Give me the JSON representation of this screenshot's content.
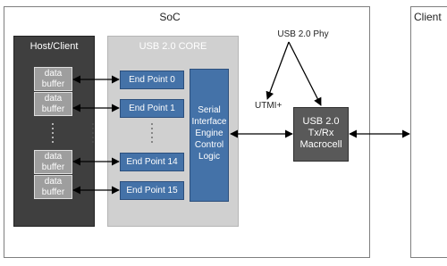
{
  "soc": {
    "title": "SoC"
  },
  "client": {
    "title": "Client"
  },
  "host": {
    "title": "Host/Client",
    "buffers": [
      {
        "line1": "data",
        "line2": "buffer"
      },
      {
        "line1": "data",
        "line2": "buffer"
      },
      {
        "line1": "data",
        "line2": "buffer"
      },
      {
        "line1": "data",
        "line2": "buffer"
      }
    ]
  },
  "core": {
    "title": "USB 2.0 CORE",
    "endpoints": [
      "End Point 0",
      "End Point 1",
      "End Point 14",
      "End Point 15"
    ],
    "sie": {
      "line1": "Serial",
      "line2": "Interface",
      "line3": "Engine",
      "line4": "Control",
      "line5": "Logic"
    }
  },
  "macrocell": {
    "line1": "USB 2.0",
    "line2": "Tx/Rx",
    "line3": "Macrocell"
  },
  "labels": {
    "phy": "USB 2.0 Phy",
    "utmi": "UTMI+"
  },
  "colors": {
    "endpoint_blue": "#4472a8",
    "host_dark": "#3f3f3f",
    "core_gray": "#d0d0d0",
    "macro_gray": "#595959"
  }
}
